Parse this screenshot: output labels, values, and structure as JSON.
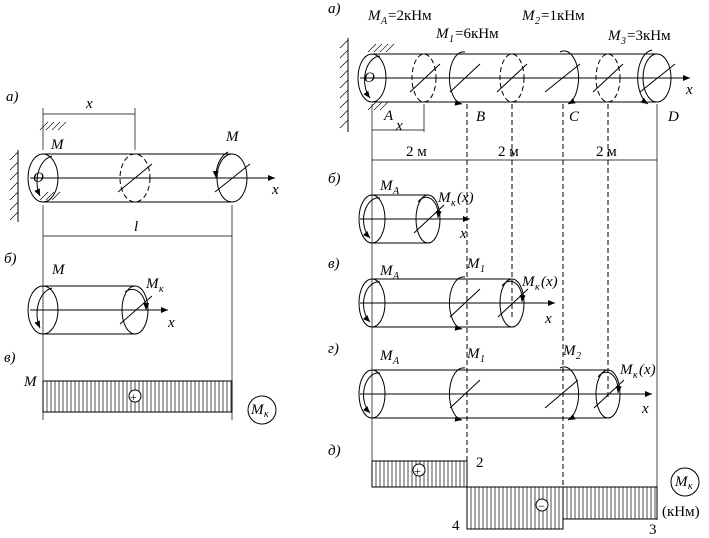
{
  "left": {
    "label_a": "а)",
    "label_b": "б)",
    "label_v": "в)",
    "x": "x",
    "l": "l",
    "O": "O",
    "M": "M",
    "Mk": "M",
    "Mk_sub": "к",
    "axis_x": "x",
    "plus": "+",
    "diag_M": "M",
    "circle_M": "M",
    "circle_sub": "к"
  },
  "right": {
    "label_a": "а)",
    "label_b": "б)",
    "label_v": "в)",
    "label_g": "г)",
    "label_d": "д)",
    "MA_text": "M",
    "MA_sub": "A",
    "MA_val": "=2кНм",
    "M1_text": "M",
    "M1_sub": "1",
    "M1_val": "=6кНм",
    "M2_text": "M",
    "M2_sub": "2",
    "M2_val": "=1кНм",
    "M3_text": "M",
    "M3_sub": "3",
    "M3_val": "=3кНм",
    "A": "A",
    "B": "B",
    "C": "C",
    "D": "D",
    "O": "O",
    "x": "x",
    "dim1": "2 м",
    "dim2": "2 м",
    "dim3": "2 м",
    "Mx": "M",
    "Mx_sub": "к",
    "Mx_arg": "(x)",
    "M1": "M",
    "M1s": "1",
    "M2": "M",
    "M2s": "2",
    "MA": "M",
    "MAs": "A",
    "val_2": "2",
    "val_4": "4",
    "val_3": "3",
    "plus": "+",
    "minus": "−",
    "circle_M": "M",
    "circle_sub": "к",
    "unit": "(кНм)"
  }
}
